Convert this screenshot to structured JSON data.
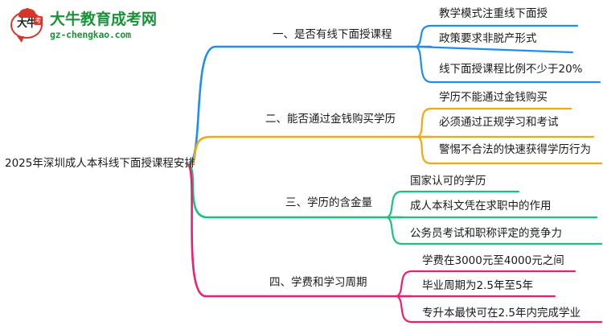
{
  "logo": {
    "mark_text": "大牛",
    "mark_badge": "考",
    "title": "大牛教育成考网",
    "subtitle": "gz-chengkao.com",
    "brand_green": "#1a9338",
    "brand_red": "#d8352a",
    "icon_name": "daniu-speech-bubble-logo"
  },
  "mindmap": {
    "root": "2025年深圳成人本科线下面授课程安排",
    "branches": [
      {
        "id": "branch-1",
        "topic": "一、是否有线下面授课程",
        "color": "#1e8fee",
        "children": [
          "教学模式注重线下面授",
          "政策要求非脱产形式",
          "线下面授课程比例不少于20%"
        ]
      },
      {
        "id": "branch-2",
        "topic": "二、能否通过金钱购买学历",
        "color": "#f2a90d",
        "children": [
          "学历不能通过金钱购买",
          "必须通过正规学习和考试",
          "警惕不合法的快速获得学历行为"
        ]
      },
      {
        "id": "branch-3",
        "topic": "三、学历的含金量",
        "color": "#17c47e",
        "children": [
          "国家认可的学历",
          "成人本科文凭在求职中的作用",
          "公务员考试和职称评定的竞争力"
        ]
      },
      {
        "id": "branch-4",
        "topic": "四、学费和学习周期",
        "color": "#ee1e6e",
        "children": [
          "学费在3000元至4000元之间",
          "毕业周期为2.5年至5年",
          "专升本最快可在2.5年内完成学业"
        ]
      }
    ]
  }
}
